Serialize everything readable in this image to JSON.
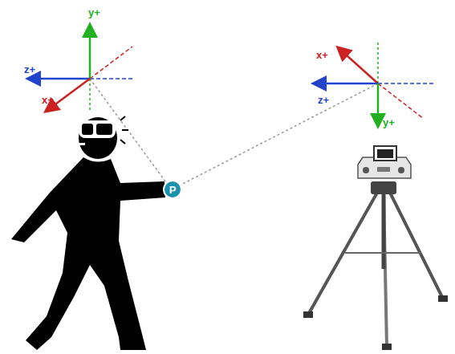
{
  "diagram": {
    "nodes": [
      {
        "text": [
          "P"
        ]
      }
    ],
    "labels": [
      "y+",
      "z+",
      "x+",
      "x+",
      "z+",
      "y+"
    ]
  }
}
